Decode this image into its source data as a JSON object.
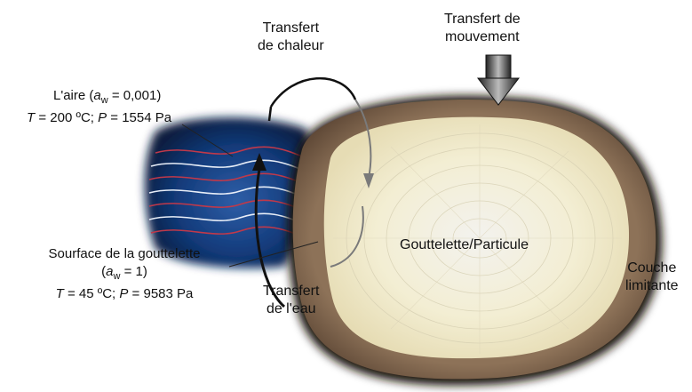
{
  "labels": {
    "heat_transfer": [
      "Transfert",
      "de chaleur"
    ],
    "momentum_transfer": [
      "Transfert de",
      "mouvement"
    ],
    "air": {
      "line1_prefix": "L'aire (",
      "aw_symbol": "a",
      "aw_sub": "w",
      "line1_suffix": " = 0,001)",
      "line2_t_symbol": "T",
      "line2_t_value": " = 200 ºC; ",
      "line2_p_symbol": "P",
      "line2_p_value": " = 1554 Pa"
    },
    "surface": {
      "line1": "Sourface de la gouttelette",
      "line2_prefix": "(",
      "aw_symbol": "a",
      "aw_sub": "w",
      "line2_suffix": " = 1)",
      "line3_t_symbol": "T",
      "line3_t_value": " = 45 ºC; ",
      "line3_p_symbol": "P",
      "line3_p_value": " = 9583 Pa"
    },
    "water_transfer": [
      "Transfert",
      "de l'eau"
    ],
    "droplet": "Gouttelette/Particule",
    "boundary_layer": [
      "Couche",
      "limitante"
    ]
  },
  "colors": {
    "air_fill": "#0d2a5e",
    "air_highlight": "#2f5fa8",
    "red_line": "#c0394a",
    "white_line": "#e8eef8",
    "outer_shell": "#6b5240",
    "inner_core": "#f4efd4",
    "arrow": "#111111",
    "gray_arrow": "#7a7a7a"
  },
  "icons": {
    "momentum": "down-arrow-icon",
    "heat": "curved-arrow-icon",
    "water": "curved-arrow-icon"
  }
}
